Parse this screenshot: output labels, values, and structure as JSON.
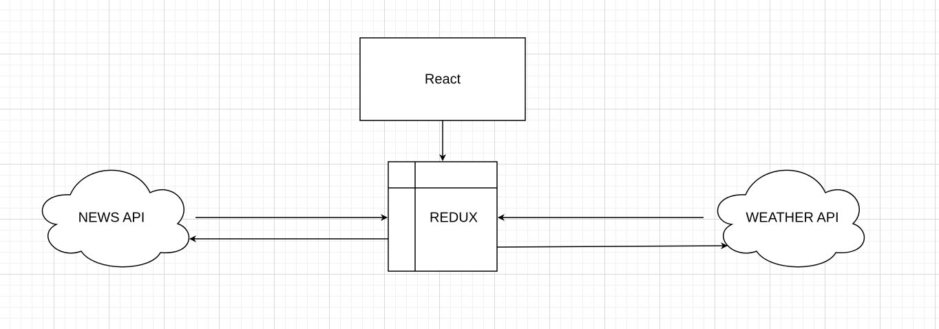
{
  "diagram": {
    "react": {
      "label": "React"
    },
    "redux": {
      "label": "REDUX"
    },
    "news_api": {
      "label": "NEWS API"
    },
    "weather_api": {
      "label": "WEATHER API"
    }
  },
  "colors": {
    "stroke": "#000000",
    "fill": "#ffffff",
    "grid_major": "#d8d8d8",
    "grid_minor": "#f0f0f0"
  }
}
